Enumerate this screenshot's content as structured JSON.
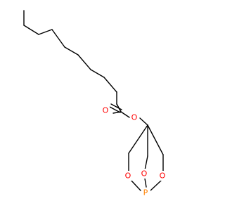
{
  "colors": {
    "bond": "#000000",
    "oxygen": "#ff0000",
    "phosphorus": "#ff8000",
    "background": "#ffffff"
  },
  "atom_labels": {
    "carbonyl_oxygen": "O",
    "ester_oxygen": "O",
    "ring_oxygen_left": "O",
    "ring_oxygen_center": "O",
    "ring_oxygen_right": "O",
    "phosphorus": "P"
  }
}
